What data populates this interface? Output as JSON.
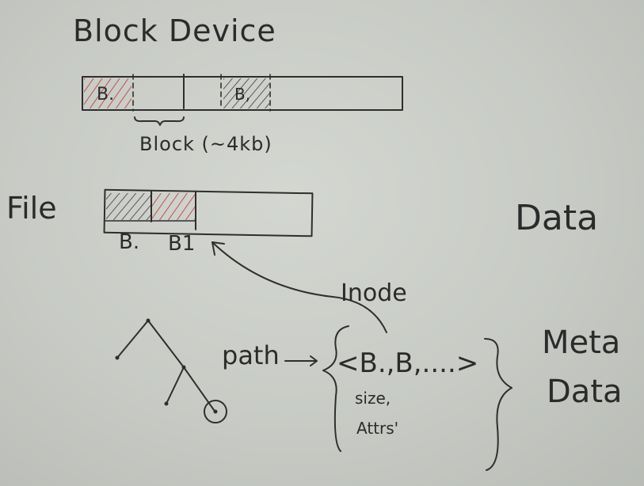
{
  "board": {
    "title": "Block Device",
    "block_label": "Block (~4kb)",
    "device_blocks": [
      "B.",
      "B,"
    ],
    "file_label": "File",
    "file_blocks": [
      "B.",
      "B1"
    ],
    "data_label": "Data",
    "inode_label": "Inode",
    "path_label": "path",
    "inode_list": "<B.,B,....>",
    "size_label": "size,",
    "attrs_label": "Attrs'",
    "metadata_label_1": "Meta",
    "metadata_label_2": "Data"
  },
  "colors": {
    "ink": "#2b2b2b",
    "red_hatch": "#c0504d",
    "board": "#c9ccc6"
  }
}
